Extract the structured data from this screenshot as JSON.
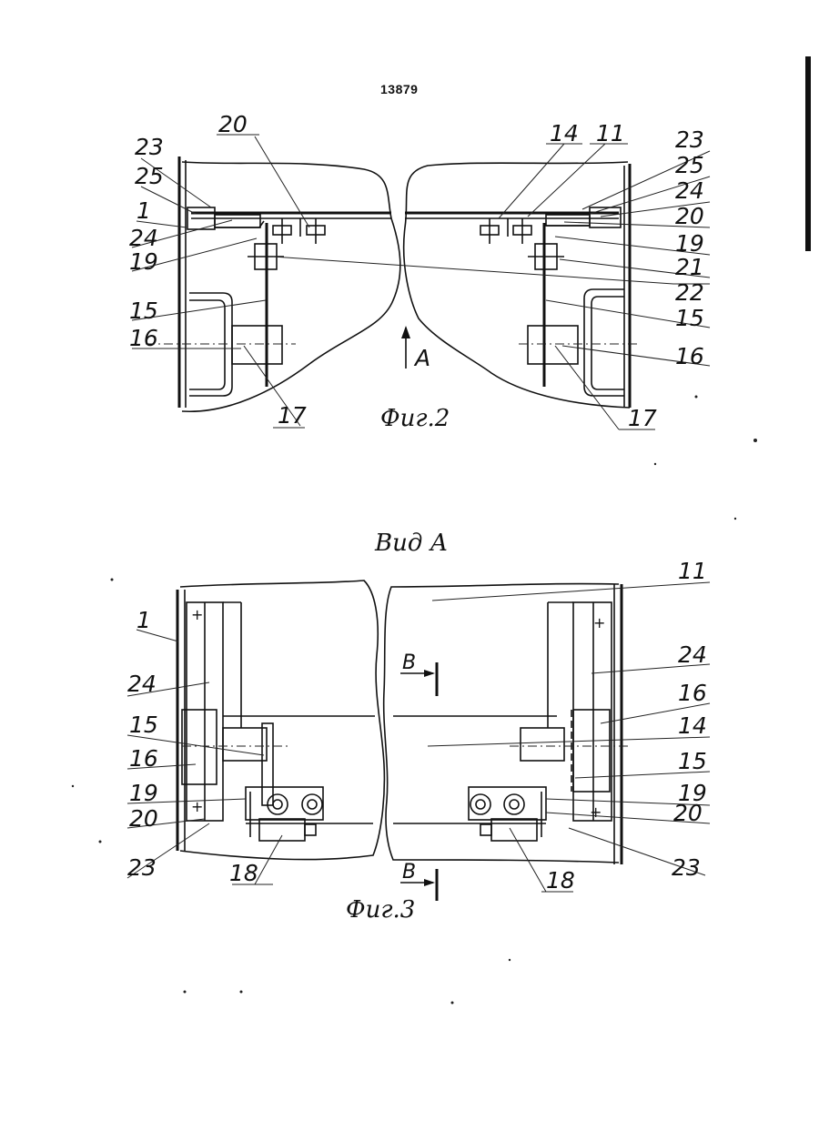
{
  "page_number": "13879",
  "fig2": {
    "caption": "Фиг.2",
    "view_arrow": "A",
    "labels": {
      "l23": "23",
      "l25": "25",
      "l1": "1",
      "l24": "24",
      "l19": "19",
      "l15": "15",
      "l16": "16",
      "l17": "17",
      "l20": "20",
      "r14": "14",
      "r11": "11",
      "r23": "23",
      "r25": "25",
      "r24": "24",
      "r20": "20",
      "r19": "19",
      "r21": "21",
      "r22": "22",
      "r15": "15",
      "r16": "16",
      "r17": "17"
    }
  },
  "fig3": {
    "title": "Вид А",
    "caption": "Фиг.3",
    "section_mark": "В",
    "labels": {
      "l1": "1",
      "l24": "24",
      "l15": "15",
      "l16": "16",
      "l19": "19",
      "l20": "20",
      "l23": "23",
      "l18": "18",
      "r11": "11",
      "r24": "24",
      "r16": "16",
      "r14": "14",
      "r15": "15",
      "r19": "19",
      "r20": "20",
      "r23": "23",
      "r18": "18"
    }
  }
}
